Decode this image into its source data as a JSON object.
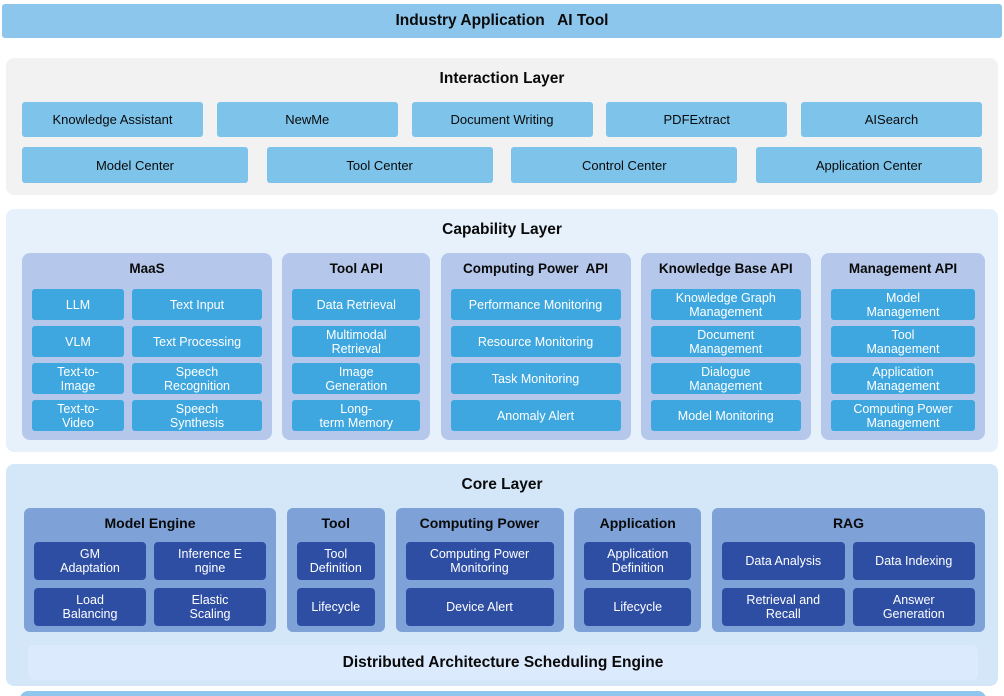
{
  "top_bar": {
    "title": "Industry Application   AI Tool"
  },
  "interaction_layer": {
    "title": "Interaction Layer",
    "row1": [
      "Knowledge Assistant",
      "NewMe",
      "Document Writing",
      "PDFExtract",
      "AISearch"
    ],
    "row2": [
      "Model Center",
      "Tool Center",
      "Control Center",
      "Application Center"
    ]
  },
  "capability_layer": {
    "title": "Capability Layer",
    "columns": [
      {
        "name": "MaaS",
        "items": [
          "LLM",
          "Text Input",
          "VLM",
          "Text Processing",
          "Text-to-\nImage",
          "Speech\nRecognition",
          "Text-to-\nVideo",
          "Speech\nSynthesis"
        ]
      },
      {
        "name": "Tool API",
        "items": [
          "Data Retrieval",
          "Multimodal\nRetrieval",
          "Image\nGeneration",
          "Long-\nterm Memory"
        ]
      },
      {
        "name": "Computing Power  API",
        "items": [
          "Performance Monitoring",
          "Resource Monitoring",
          "Task Monitoring",
          "Anomaly Alert"
        ]
      },
      {
        "name": "Knowledge Base API",
        "items": [
          "Knowledge Graph\nManagement",
          "Document\nManagement",
          "Dialogue\nManagement",
          "Model Monitoring"
        ]
      },
      {
        "name": "Management API",
        "items": [
          "Model\nManagement",
          "Tool\nManagement",
          "Application\nManagement",
          "Computing Power\nManagement"
        ]
      }
    ]
  },
  "core_layer": {
    "title": "Core Layer",
    "columns": [
      {
        "name": "Model Engine",
        "items": [
          "GM\nAdaptation",
          "Inference E\nngine",
          "Load\nBalancing",
          "Elastic\nScaling"
        ]
      },
      {
        "name": "Tool",
        "items": [
          "Tool\nDefinition",
          "Lifecycle"
        ]
      },
      {
        "name": "Computing Power",
        "items": [
          "Computing Power\nMonitoring",
          "Device Alert"
        ]
      },
      {
        "name": "Application",
        "items": [
          "Application\nDefinition",
          "Lifecycle"
        ]
      },
      {
        "name": "RAG",
        "items": [
          "Data Analysis",
          "Data Indexing",
          "Retrieval and\nRecall",
          "Answer\nGeneration"
        ]
      }
    ],
    "footer": "Distributed Architecture Scheduling Engine"
  },
  "colors": {
    "top_bar_blue": "#8DC6EC",
    "chip_blue": "#7DC3EA",
    "interaction_bg": "#F2F2F2",
    "capability_bg": "#E6F1FB",
    "capability_column": "#B5C8EB",
    "capability_box": "#3EA7E0",
    "core_bg": "#D3E7F8",
    "core_column": "#7EA2D8",
    "core_box": "#2E4EA4",
    "footer_bar": "#DBEAFC",
    "bottom_strip": "#8FC6ED"
  }
}
